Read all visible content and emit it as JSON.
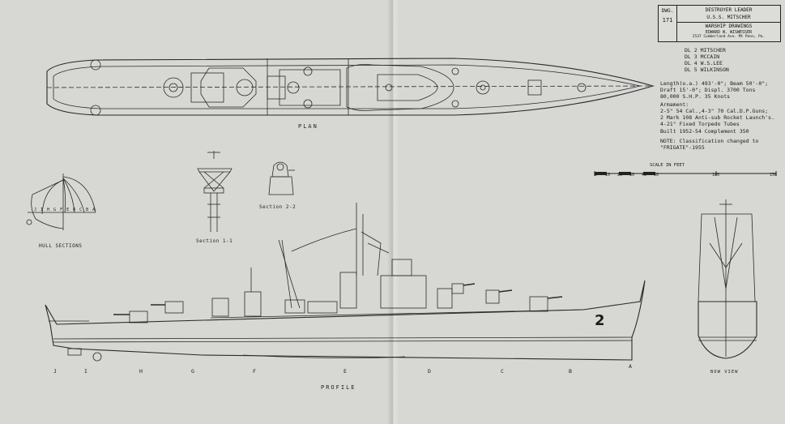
{
  "title_block": {
    "dwg_label": "DWG.",
    "dwg_no": "171",
    "ship_type": "DESTROYER LEADER",
    "ship_name": "U.S.S. MITSCHER",
    "series": "WARSHIP DRAWINGS",
    "author": "EDWARD W. WISWESSER",
    "address": "2537 Cumberland Ave. Mt Penn, Pa."
  },
  "class_ships": [
    "DL 2  MITSCHER",
    "DL 3  MCCAIN",
    "DL 4  W.S.LEE",
    "DL 5  WILKINSON"
  ],
  "specs": {
    "line1": "Length(o.a.) 493'-0\"; Beam 50'-0\";",
    "line2": "Draft 15'-0\"; Displ. 3700 Tons",
    "line3": "80,000 S.H.P.     35 Knots",
    "armament_title": "Armament:",
    "arm1": "2-5\" 54 Cal.,4-3\" 70 Cal.D.P.Guns;",
    "arm2": "2 Mark 108 Anti-sub Rocket Launch's.",
    "arm3": "4-21\" Fixed Torpedo Tubes",
    "built": "Built 1952-54    Complement 350",
    "note1": "NOTE: Classification changed to",
    "note2": "\"FRIGATE\"-1955"
  },
  "scale": {
    "label": "SCALE  IN  FEET",
    "ticks": [
      "0",
      "10",
      "20",
      "30",
      "40",
      "50",
      "100",
      "150"
    ]
  },
  "views": {
    "plan": "PLAN",
    "profile": "PROFILE",
    "bow": "BOW VIEW",
    "hull": "HULL SECTIONS",
    "sec11": "Section 1-1",
    "sec22": "Section 2-2"
  },
  "hull_number": "2",
  "station_letters": [
    "J",
    "I",
    "H",
    "G",
    "F",
    "E",
    "D",
    "C",
    "B",
    "A"
  ],
  "hull_section_letters": "J I H G F E D C B A",
  "colors": {
    "paper": "#d7d7d4",
    "ink": "#1b1b1b"
  }
}
